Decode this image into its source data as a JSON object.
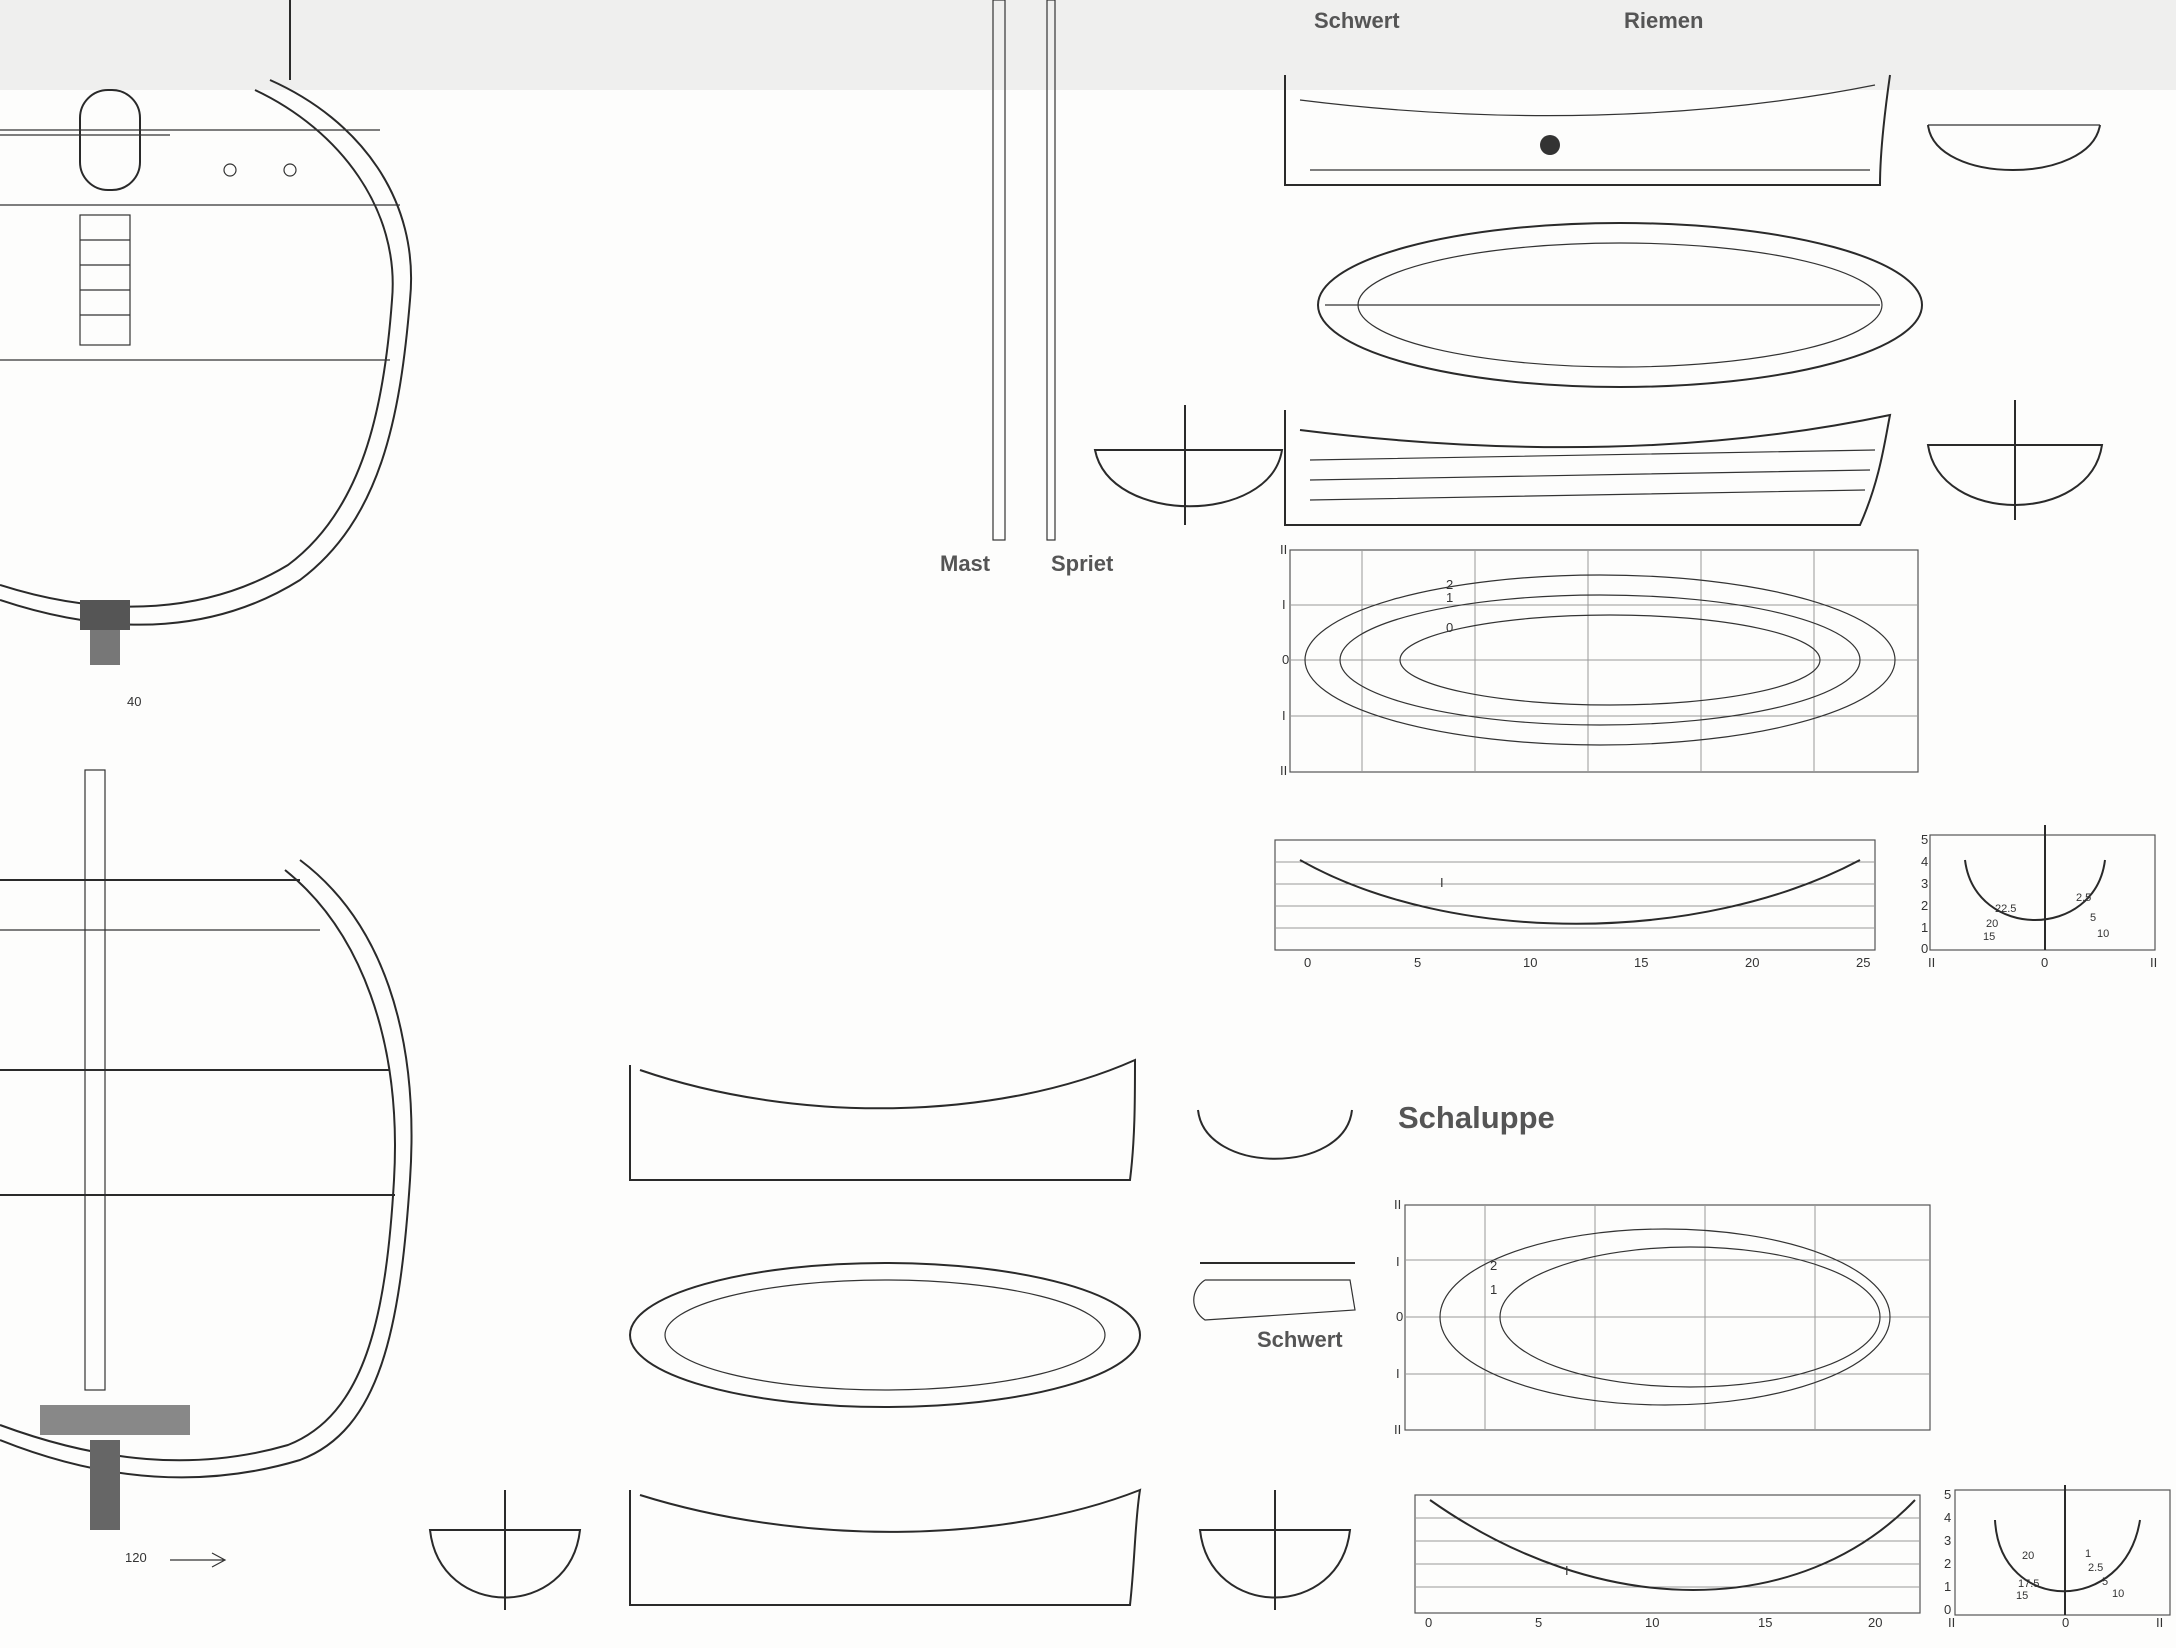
{
  "top_labels": {
    "schwert": "Schwert",
    "riemen": "Riemen"
  },
  "spar_labels": {
    "mast": "Mast",
    "spriet": "Spriet"
  },
  "section_title": "Schaluppe",
  "schwert_label": "Schwert",
  "frame_numbers": {
    "upper": "40",
    "lower": "120"
  },
  "upper_plan": {
    "lines_labels": [
      "2",
      "1",
      "0"
    ],
    "y_ticks": [
      "II",
      "I",
      "0",
      "I",
      "II"
    ],
    "x_ticks": [
      "0",
      "5",
      "10",
      "15",
      "20",
      "25"
    ],
    "height_ticks": [
      "5",
      "4",
      "3",
      "2",
      "1",
      "0"
    ],
    "profile_label": "I",
    "section_values": [
      "22.5",
      "20",
      "15",
      "2.5",
      "5",
      "10"
    ],
    "section_axis": [
      "II",
      "0",
      "II"
    ]
  },
  "lower_plan": {
    "lines_labels": [
      "2",
      "1"
    ],
    "y_ticks": [
      "II",
      "I",
      "0",
      "I",
      "II"
    ],
    "x_ticks": [
      "0",
      "5",
      "10",
      "15",
      "20"
    ],
    "height_ticks": [
      "5",
      "4",
      "3",
      "2",
      "1",
      "0"
    ],
    "profile_label": "I",
    "section_values": [
      "20",
      "17.5",
      "15",
      "1",
      "2.5",
      "5",
      "10"
    ],
    "section_axis": [
      "II",
      "0",
      "II"
    ]
  }
}
